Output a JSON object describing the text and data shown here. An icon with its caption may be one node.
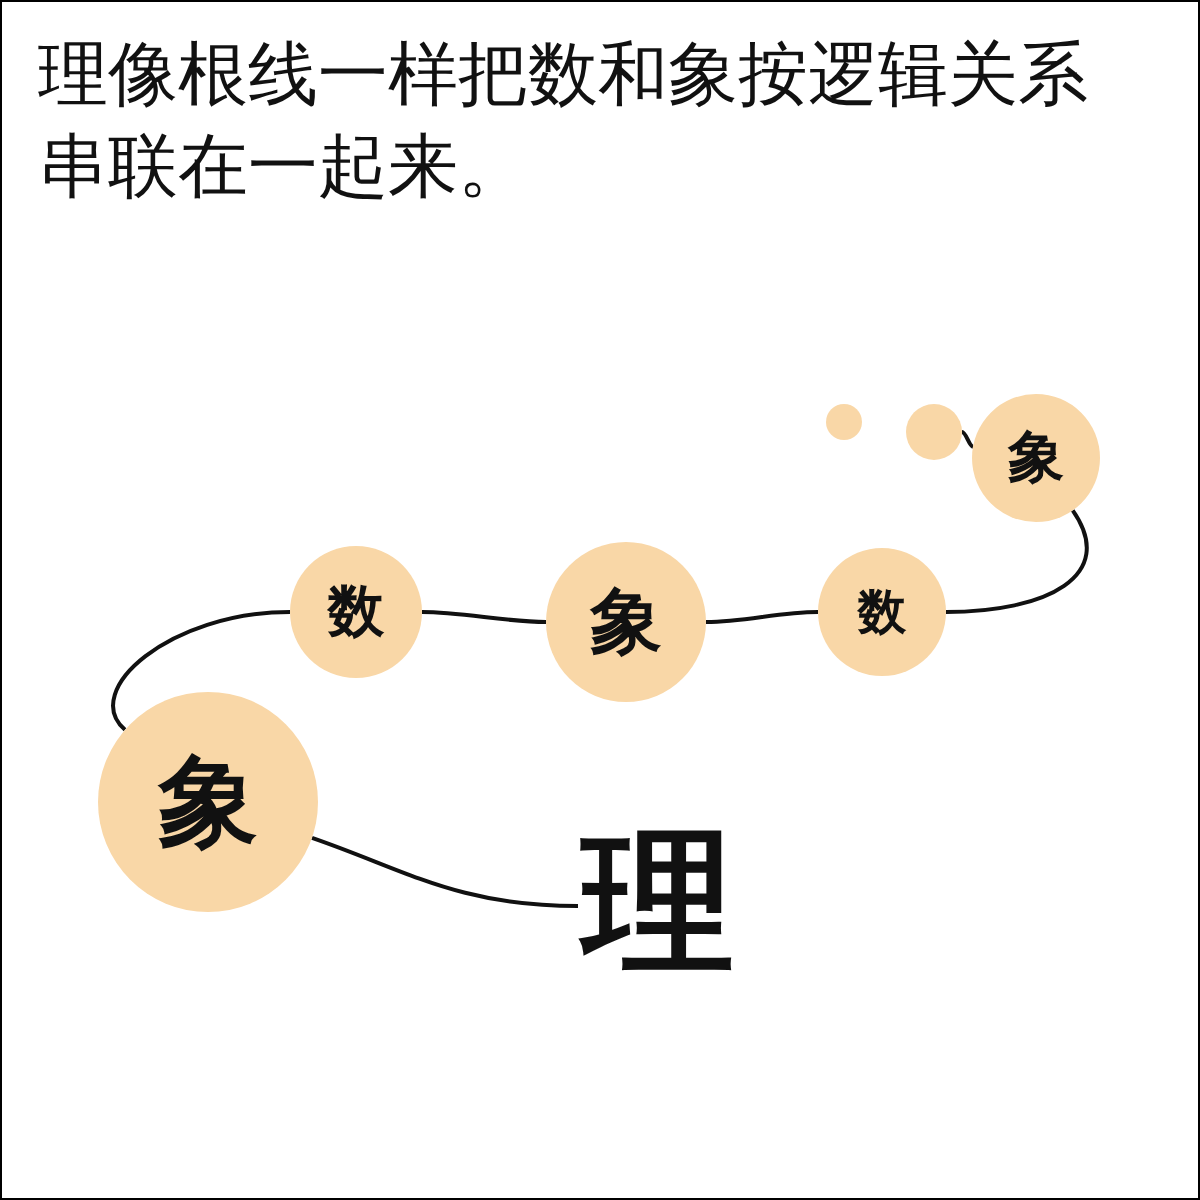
{
  "diagram": {
    "title": "理像根线一样把数和象按逻辑关系串联在一起来。",
    "nodes": [
      {
        "text": [
          "理"
        ]
      },
      {
        "text": [
          "象"
        ]
      },
      {
        "text": [
          "数"
        ]
      },
      {
        "text": [
          "象"
        ]
      },
      {
        "text": [
          "数"
        ]
      },
      {
        "text": [
          "象"
        ]
      },
      {
        "text": [],
        "shape": "circle"
      },
      {
        "text": [],
        "shape": "circle"
      }
    ],
    "edges": [
      {
        "from": 0,
        "to": 1,
        "arrow": "none"
      },
      {
        "from": 1,
        "to": 2,
        "arrow": "none"
      },
      {
        "from": 2,
        "to": 3,
        "arrow": "none"
      },
      {
        "from": 3,
        "to": 4,
        "arrow": "none"
      },
      {
        "from": 4,
        "to": 5,
        "arrow": "none"
      },
      {
        "from": 5,
        "to": 7,
        "arrow": "none"
      }
    ]
  }
}
